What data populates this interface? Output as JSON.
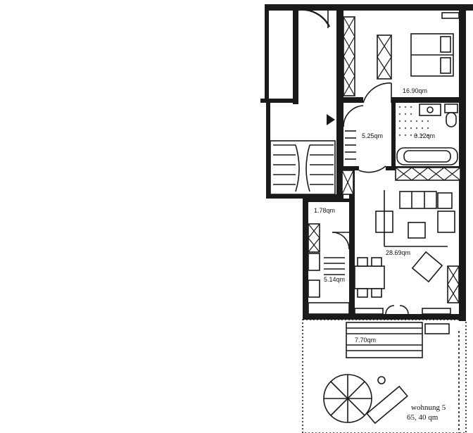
{
  "rooms": {
    "bedroom": {
      "area": "16.90qm"
    },
    "hall": {
      "area": "5.25qm"
    },
    "bath": {
      "area": "6.12qm"
    },
    "living": {
      "area": "28.69qm"
    },
    "storage": {
      "area": "1.78qm"
    },
    "kitchen": {
      "area": "5.14qm"
    },
    "terrace": {
      "area": "7.70qm"
    }
  },
  "unit": {
    "name": "wohnung 5",
    "total_area": "65, 40 qm"
  }
}
